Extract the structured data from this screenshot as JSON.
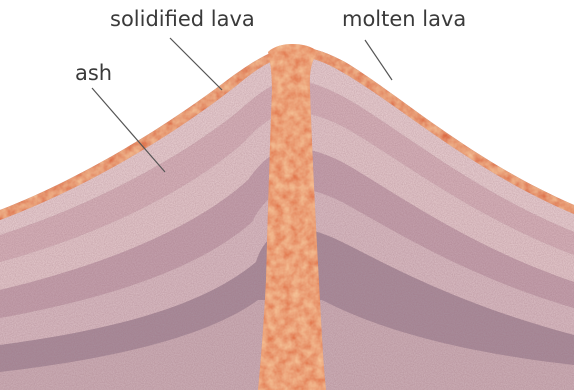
{
  "labels": {
    "solidified_lava": "solidified lava",
    "molten_lava": "molten lava",
    "ash": "ash"
  },
  "colors": {
    "background": "#ffffff",
    "lava_crust": "#d9582e",
    "molten_lava": "#e06a3c",
    "ash_light": "#e8cdd0",
    "ash_mid": "#c9a3ad",
    "ash_dark": "#9e8b98",
    "leader_line": "#555555",
    "text": "#3a3a3a"
  }
}
